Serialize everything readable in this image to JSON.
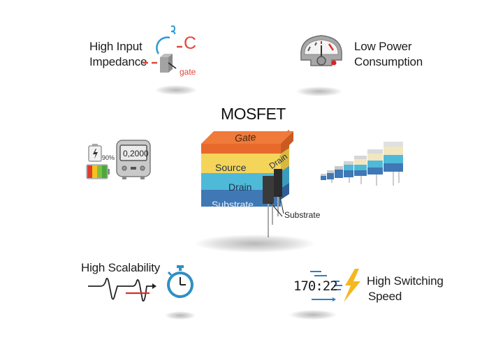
{
  "title": "MOSFET",
  "center_block": {
    "layers": [
      {
        "name": "Gate",
        "color": "#ef7a3a"
      },
      {
        "name": "Source",
        "color": "#f4d55a"
      },
      {
        "name": "Drain",
        "color": "#4fb9d8"
      },
      {
        "name": "Substrate",
        "color": "#3f78b5"
      }
    ],
    "side_label": "Drain",
    "callout": "Substrate"
  },
  "features": [
    {
      "label_line1": "High Input",
      "label_line2": "Impedance",
      "icon": "gate-terminal-icon",
      "icon_text": "gate",
      "icon_symbol": "C",
      "accent": "#e0483a"
    },
    {
      "label_line1": "Low Power",
      "label_line2": "Consumption",
      "icon": "gauge-meter-icon"
    },
    {
      "label_line1": "",
      "label_line2": "",
      "icon": "battery-multimeter-icon",
      "battery_pct": "90%",
      "meter_reading": "0,2000"
    },
    {
      "label_line1": "",
      "label_line2": "",
      "icon": "scaling-transistors-icon"
    },
    {
      "label_line1": "High Scalability",
      "label_line2": "",
      "icon": "waveform-stopwatch-icon"
    },
    {
      "label_line1": "High Switching",
      "label_line2": "Speed",
      "icon": "digital-clock-lightning-icon",
      "clock_digits": "170:22"
    }
  ],
  "colors": {
    "orange": "#ef7a3a",
    "yellow": "#f4d55a",
    "cyan": "#4fb9d8",
    "blue": "#3f78b5",
    "red": "#e0483a",
    "stopwatch_blue": "#2f8fc4",
    "bolt_yellow": "#f5b81f"
  }
}
